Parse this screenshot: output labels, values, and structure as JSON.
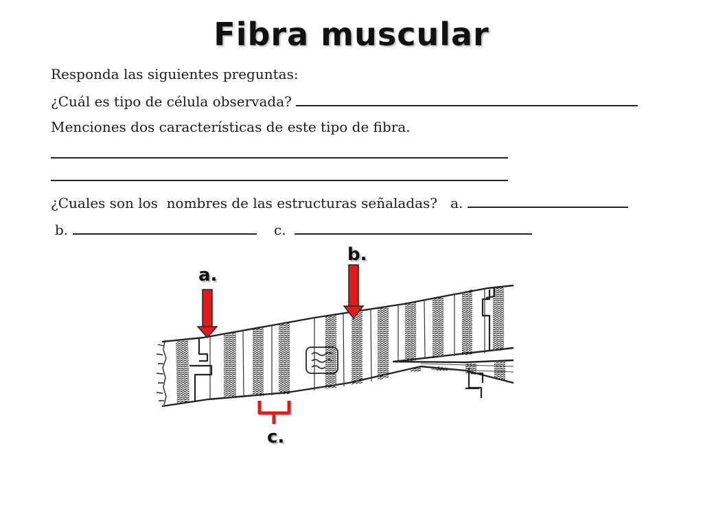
{
  "title": "Fibra   muscular",
  "questions": {
    "intro": "Responda las siguientes preguntas:",
    "q1": "¿Cuál es tipo de célula observada?",
    "q2": "Menciones dos características de este tipo de fibra.",
    "q3": "¿Cuales son los  nombres de las estructuras señaladas?",
    "opt_a": "a.",
    "opt_b": "b.",
    "opt_c": "c."
  },
  "diagram": {
    "label_a": "a.",
    "label_b": "b.",
    "label_c": "c.",
    "arrow_color": "#e01b1b",
    "bracket_color": "#e01b1b"
  }
}
